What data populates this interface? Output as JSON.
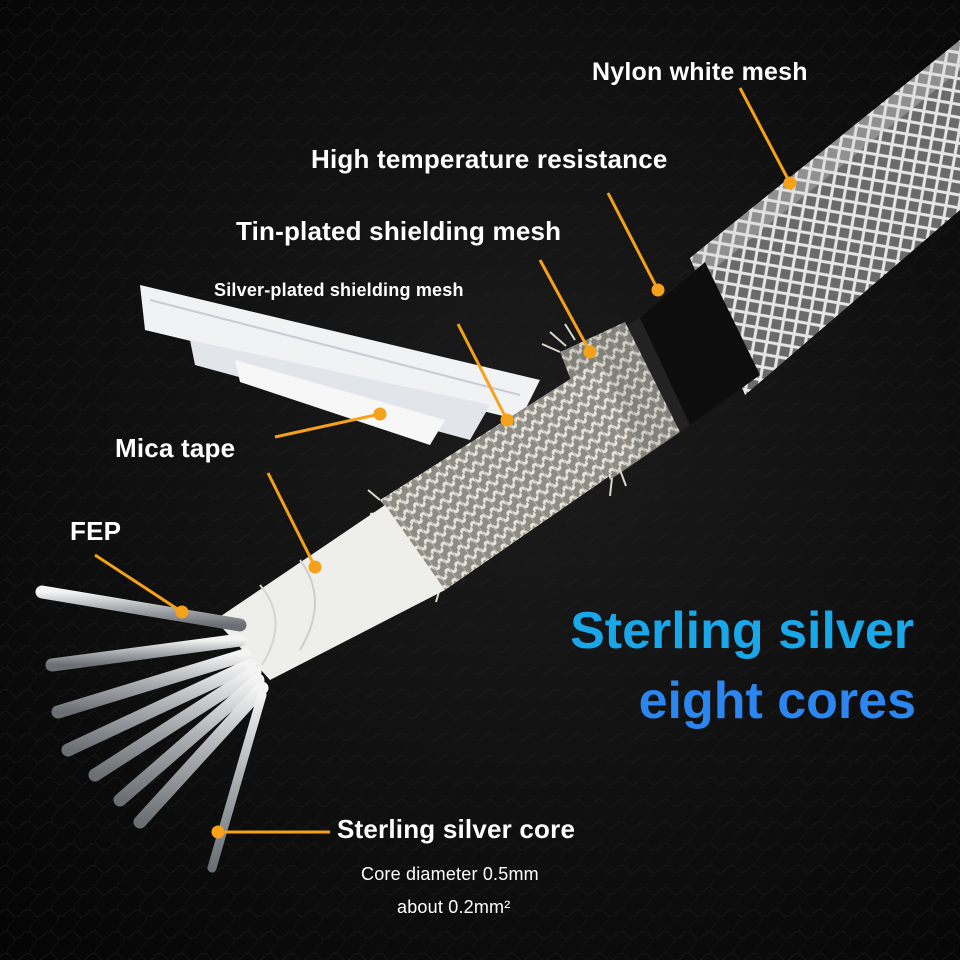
{
  "labels": {
    "nylon": "Nylon white mesh",
    "high_temp": "High temperature resistance",
    "tin": "Tin-plated shielding mesh",
    "silver_shield": "Silver-plated shielding mesh",
    "mica": "Mica tape",
    "fep": "FEP",
    "core": "Sterling silver core",
    "core_diameter": "Core diameter 0.5mm",
    "core_area": "about 0.2mm²"
  },
  "headline": {
    "line1": "Sterling silver",
    "line2": "eight cores"
  },
  "colors": {
    "background": "#0a0a0a",
    "leader_line": "#f5a21a",
    "headline_line1": "#19a7ea",
    "headline_line2": "#2b86f0"
  }
}
